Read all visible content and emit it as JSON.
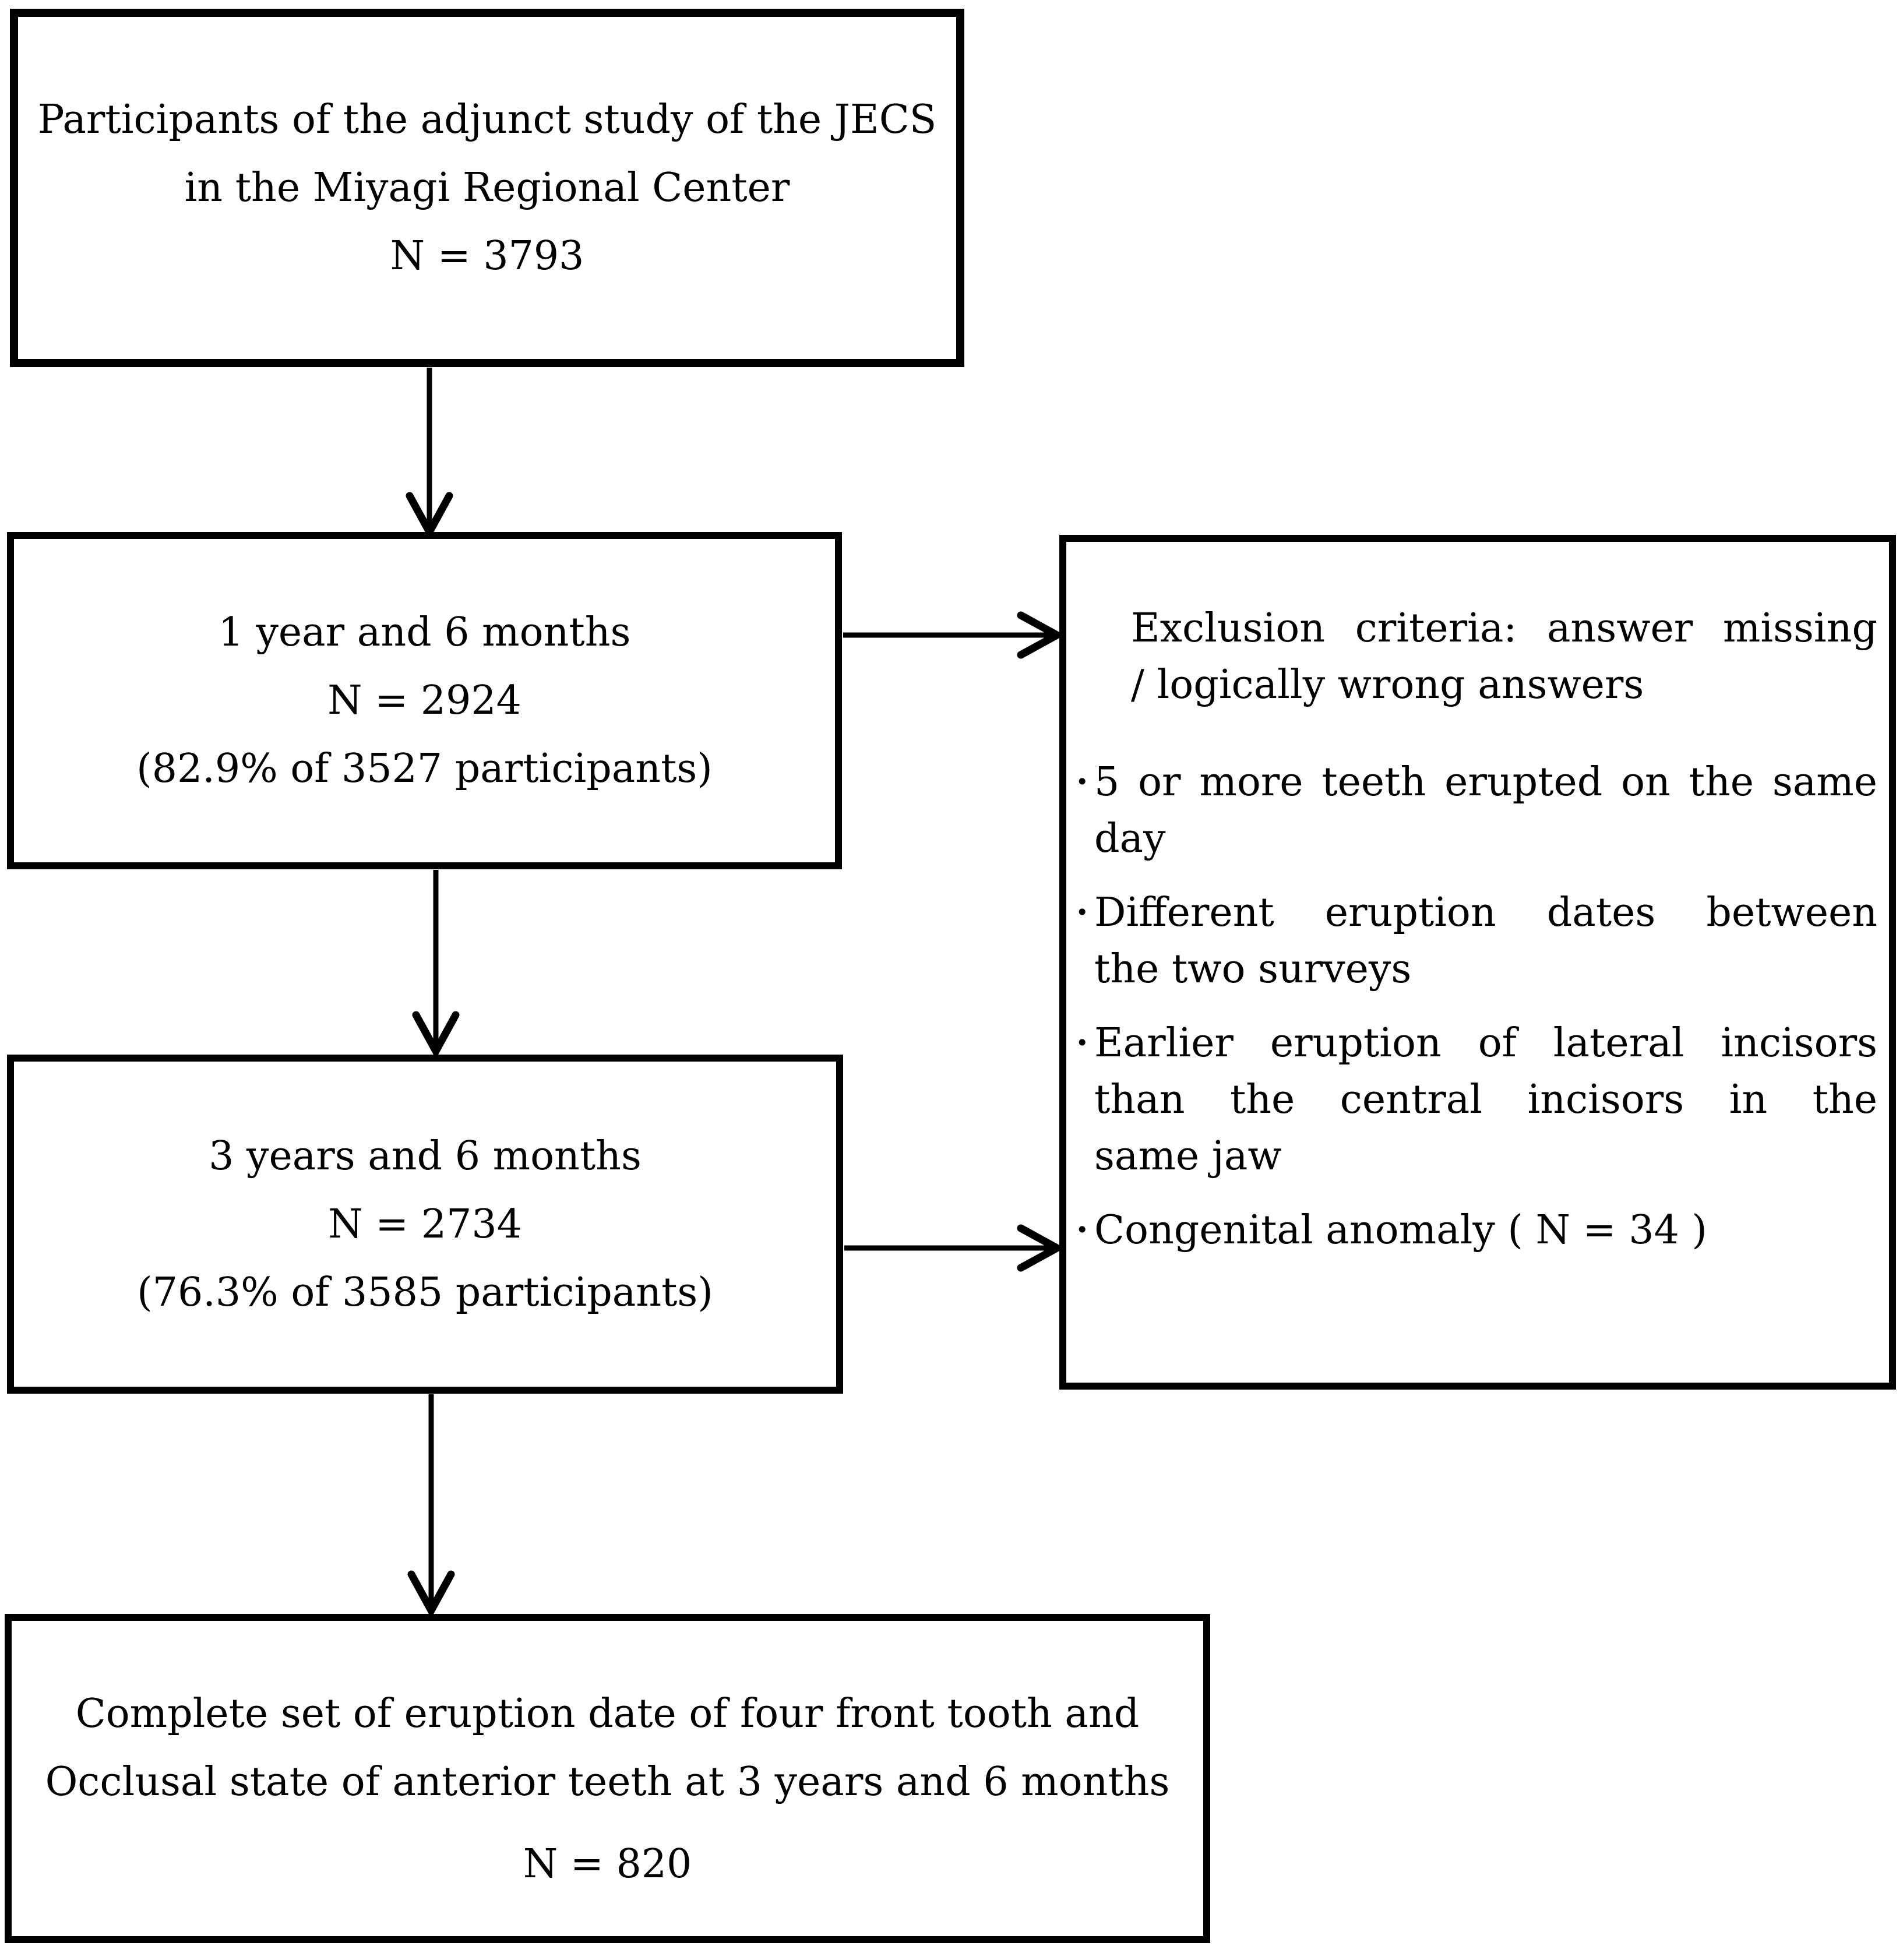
{
  "colors": {
    "ink": "#000000",
    "background": "#ffffff"
  },
  "boxes": {
    "participants": {
      "lines": [
        "Participants of the adjunct study of the JECS",
        "in the Miyagi Regional Center",
        "N = 3793"
      ]
    },
    "survey_1y6m": {
      "lines": [
        "1 year and 6 months",
        "N = 2924",
        "(82.9% of 3527 participants)"
      ]
    },
    "survey_3y6m": {
      "lines": [
        "3 years and 6 months",
        "N = 2734",
        "(76.3% of 3585 participants)"
      ]
    },
    "final": {
      "lines": [
        "Complete set of eruption date of four front tooth and",
        "Occlusal state of anterior teeth at 3 years and 6 months"
      ],
      "n_label": "N = 820"
    }
  },
  "exclusion": {
    "bullet_char": "•",
    "title_lines": [
      "Exclusion criteria: answer missing",
      "/ logically wrong answers"
    ],
    "bullets": [
      {
        "lines": [
          "5 or more teeth erupted on the same",
          "day"
        ]
      },
      {
        "lines": [
          "Different eruption dates between",
          "the two surveys"
        ]
      },
      {
        "lines": [
          "Earlier eruption of lateral incisors",
          "than the central incisors in the",
          "same jaw"
        ]
      },
      {
        "lines": [
          "Congenital anomaly ( N = 34 )"
        ]
      }
    ]
  }
}
